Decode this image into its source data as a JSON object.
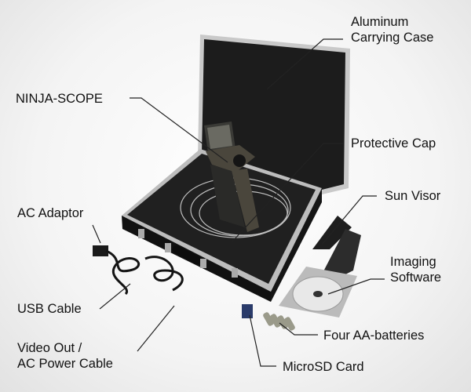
{
  "labels": {
    "case_line1": "Aluminum",
    "case_line2": "Carrying Case",
    "scope": "NINJA-SCOPE",
    "cap": "Protective Cap",
    "visor": "Sun Visor",
    "adaptor": "AC Adaptor",
    "software_line1": "Imaging",
    "software_line2": "Software",
    "usb": "USB Cable",
    "batteries": "Four AA-batteries",
    "video_line1": "Video Out /",
    "video_line2": "AC Power Cable",
    "microsd": "MicroSD Card"
  },
  "colors": {
    "case": "#1a1a1a",
    "frame": "#b8b8b8",
    "device": "#4a463c"
  }
}
